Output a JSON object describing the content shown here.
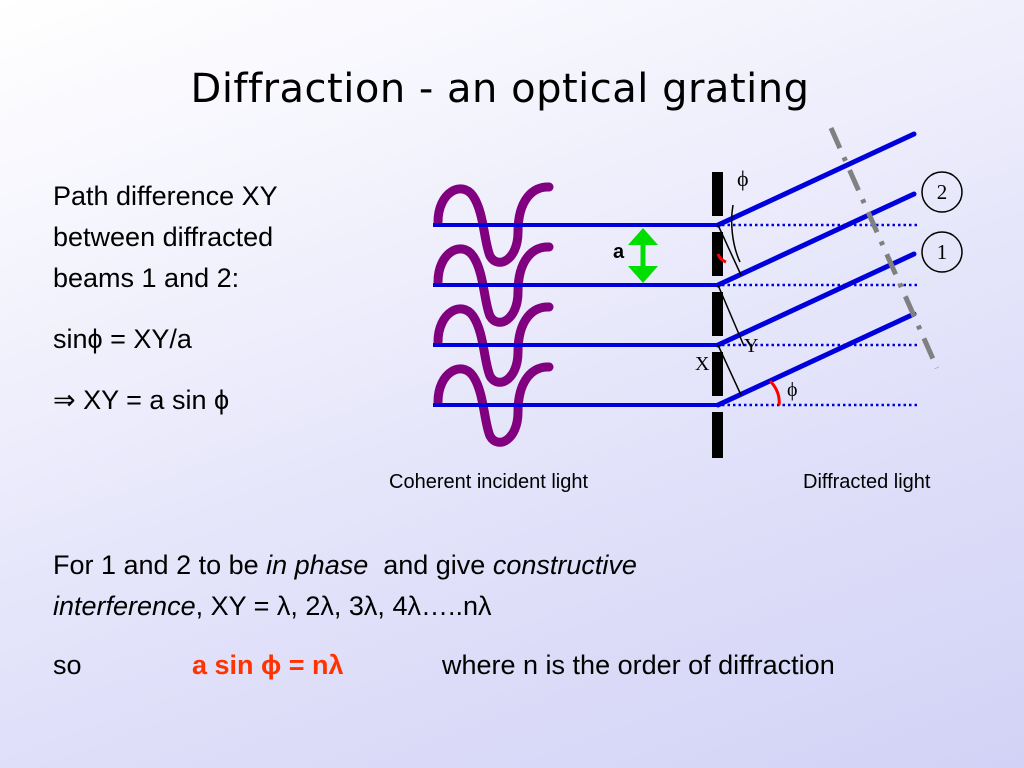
{
  "title": "Diffraction - an optical grating",
  "left_text": {
    "line1": "Path difference XY",
    "line2": "between diffracted",
    "line3": "beams 1 and 2:",
    "sin_eq": "sinϕ = XY/a",
    "xy_eq": "⇒ XY = a sin ϕ"
  },
  "diagram": {
    "label_a": "a",
    "label_x": "X",
    "label_y": "Y",
    "phi_top": "ϕ",
    "phi_bottom": "ϕ",
    "beam_2": "2",
    "beam_1": "1",
    "caption_incident": "Coherent incident light",
    "caption_diffracted": "Diffracted light"
  },
  "bottom": {
    "prefix": "For 1 and 2 to be ",
    "in_phase": "in phase",
    "middle": "  and give ",
    "constructive": "constructive",
    "interference": "interference",
    "values": ", XY = λ, 2λ, 3λ, 4λ…..nλ",
    "so": "so",
    "equation": "a sin ϕ = nλ",
    "where": "where n is the order of diffraction"
  },
  "colors": {
    "beam": "#0000dd",
    "wave": "#800080",
    "arrow": "#00dd00",
    "angle_arc": "#ff0000",
    "equation": "#ff3300",
    "wavefront": "#808080"
  }
}
